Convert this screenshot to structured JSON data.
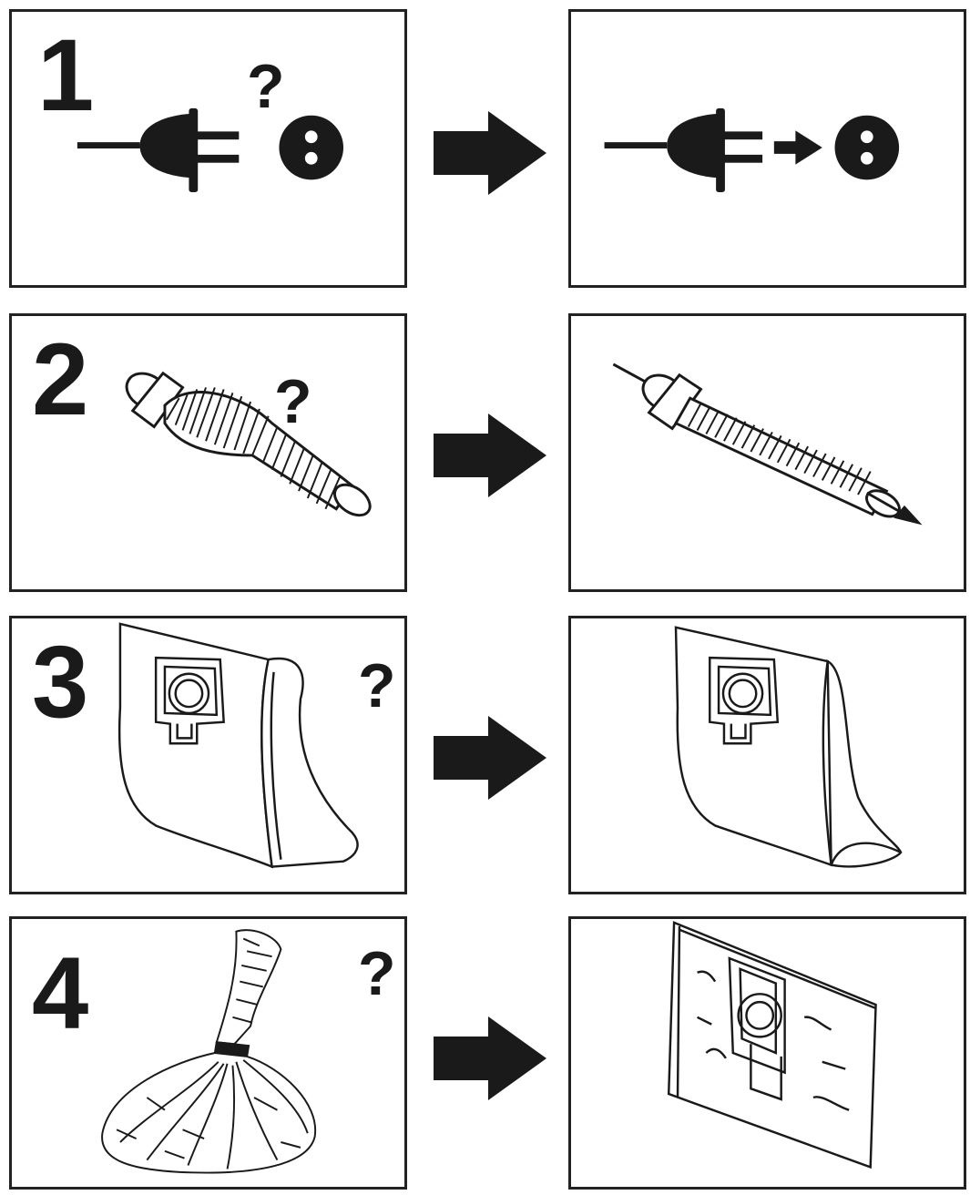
{
  "steps": [
    {
      "number": "1",
      "question": "?"
    },
    {
      "number": "2",
      "question": "?"
    },
    {
      "number": "3",
      "question": "?"
    },
    {
      "number": "4",
      "question": "?"
    }
  ],
  "colors": {
    "ink": "#1a1a1a",
    "border": "#222222",
    "background": "#ffffff"
  },
  "icons": [
    "power-plug-icon",
    "wall-socket-icon",
    "vacuum-hose-icon",
    "dust-bag-icon",
    "tied-bag-icon",
    "arrow-right-icon"
  ]
}
